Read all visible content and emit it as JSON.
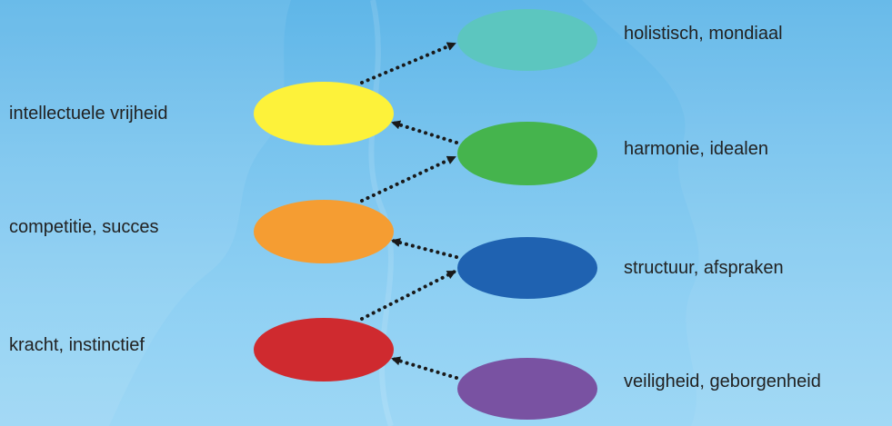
{
  "diagram": {
    "left_labels": [
      {
        "id": "yellow",
        "text": "intellectuele vrijheid"
      },
      {
        "id": "orange",
        "text": "competitie, succes"
      },
      {
        "id": "red",
        "text": "kracht, instinctief"
      }
    ],
    "right_labels": [
      {
        "id": "turquoise",
        "text": "holistisch, mondiaal"
      },
      {
        "id": "green",
        "text": "harmonie, idealen"
      },
      {
        "id": "blue",
        "text": "structuur, afspraken"
      },
      {
        "id": "purple",
        "text": "veiligheid, geborgenheid"
      }
    ],
    "nodes": [
      {
        "id": "turquoise",
        "color": "#5cc6bf"
      },
      {
        "id": "yellow",
        "color": "#fdf23a"
      },
      {
        "id": "green",
        "color": "#45b44d"
      },
      {
        "id": "orange",
        "color": "#f59d32"
      },
      {
        "id": "blue",
        "color": "#1f62b1"
      },
      {
        "id": "red",
        "color": "#cf2a2f"
      },
      {
        "id": "purple",
        "color": "#7952a2"
      }
    ],
    "connections": [
      {
        "from": "purple",
        "to": "red"
      },
      {
        "from": "red",
        "to": "blue"
      },
      {
        "from": "blue",
        "to": "orange"
      },
      {
        "from": "orange",
        "to": "green"
      },
      {
        "from": "green",
        "to": "yellow"
      },
      {
        "from": "yellow",
        "to": "turquoise"
      }
    ],
    "colors": {
      "background": "#7cc5ef",
      "arrow": "#1a1a1a",
      "text": "#222222"
    }
  }
}
